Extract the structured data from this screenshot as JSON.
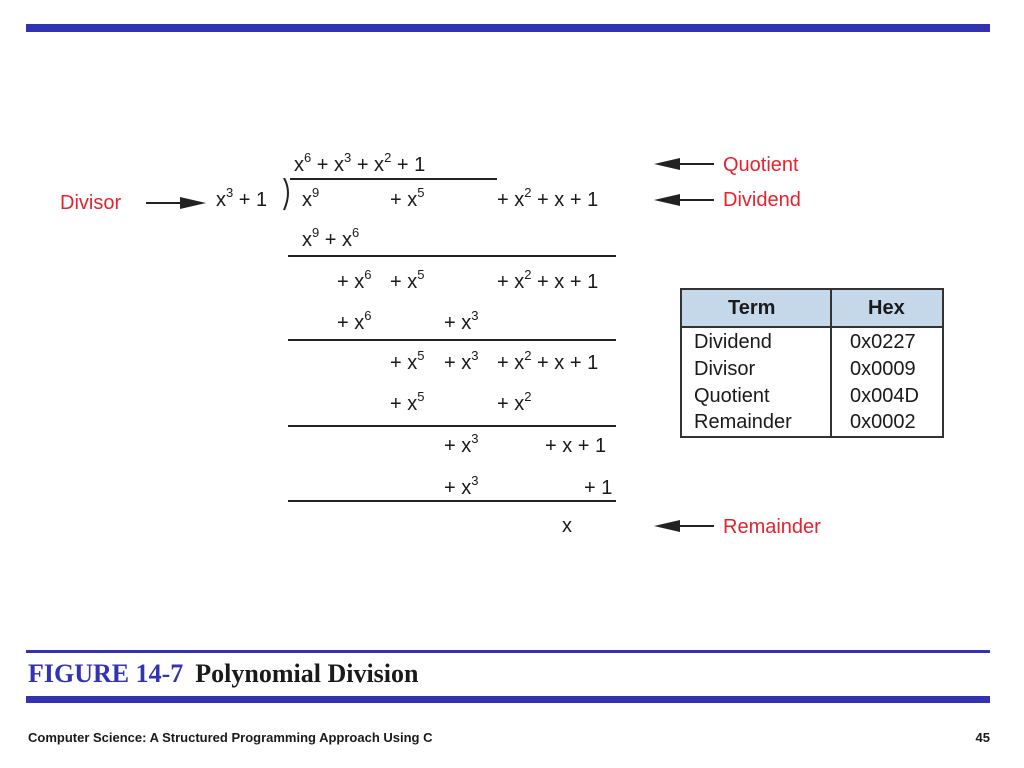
{
  "figure": {
    "number": "FIGURE 14-7",
    "title": "Polynomial Division"
  },
  "footer": {
    "book": "Computer Science: A Structured Programming Approach Using C",
    "page": "45"
  },
  "labels": {
    "divisor": "Divisor",
    "quotient": "Quotient",
    "dividend": "Dividend",
    "remainder": "Remainder"
  },
  "division": {
    "remainder": "x"
  },
  "table": {
    "headers": [
      "Term",
      "Hex"
    ],
    "rows": [
      [
        "Dividend",
        "0x0227"
      ],
      [
        "Divisor",
        "0x0009"
      ],
      [
        "Quotient",
        "0x004D"
      ],
      [
        "Remainder",
        "0x0002"
      ]
    ]
  },
  "colors": {
    "accent_blue": "#3333b2",
    "label_red": "#e5232f",
    "table_header": "#c5d8ea"
  }
}
